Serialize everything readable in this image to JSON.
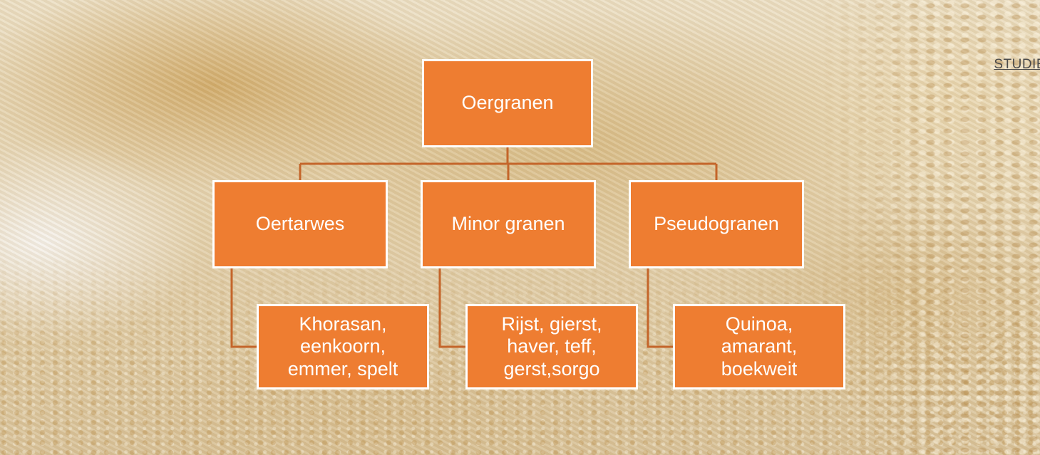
{
  "corner_label": "STUDIE",
  "colors": {
    "node_fill": "#ee7d31",
    "node_border": "#ffffff",
    "connector": "#c4652a",
    "text": "#ffffff"
  },
  "diagram": {
    "root": "Oergranen",
    "categories": [
      {
        "label": "Oertarwes",
        "examples": "Khorasan,\neenkoorn,\nemmer, spelt"
      },
      {
        "label": "Minor granen",
        "examples": "Rijst, gierst,\nhaver, teff,\ngerst,sorgo"
      },
      {
        "label": "Pseudogranen",
        "examples": "Quinoa,\namarant,\nboekweit"
      }
    ]
  }
}
